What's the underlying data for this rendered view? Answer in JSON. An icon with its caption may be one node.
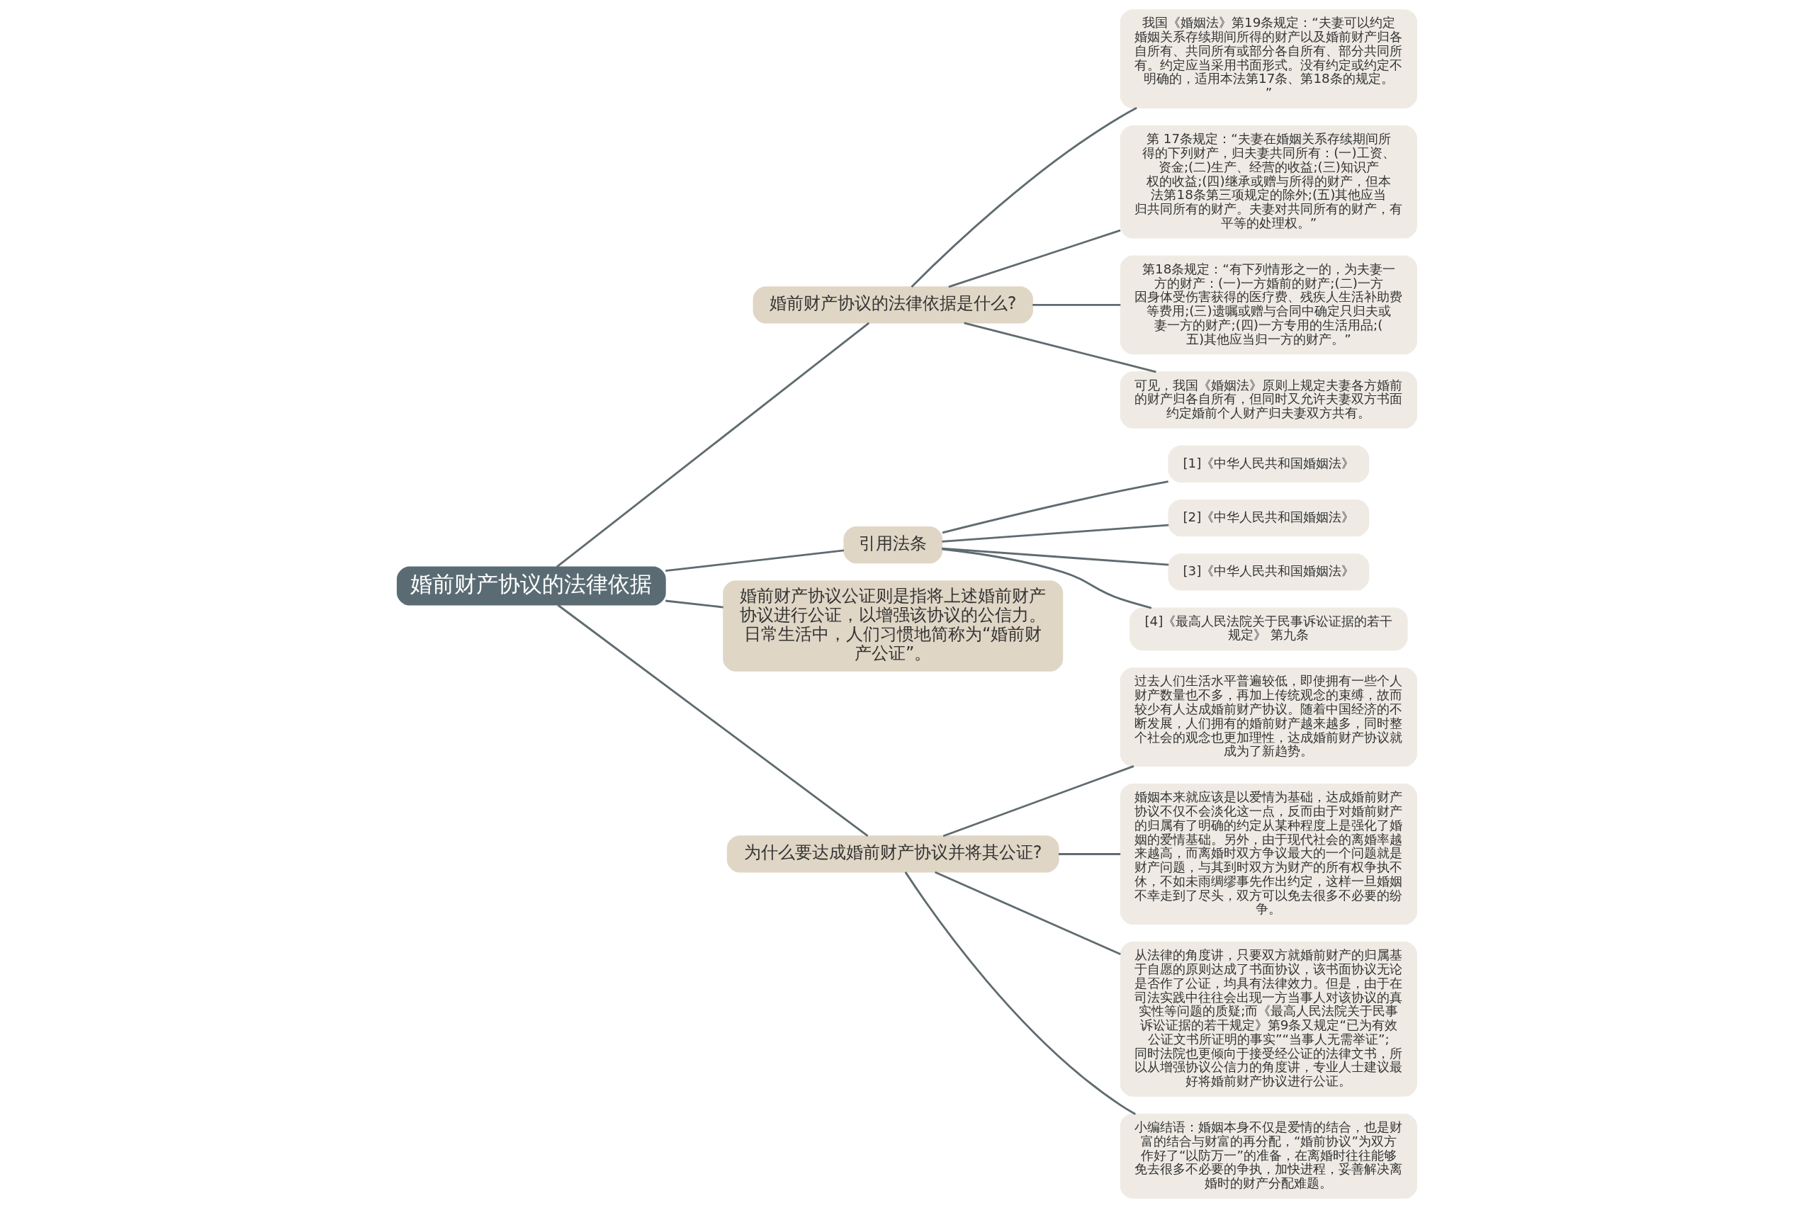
{
  "diagram": {
    "nodes": [
      {
        "text": [
          "婚前财产协议的法律依据"
        ]
      },
      {
        "text": [
          "婚前财产协议的法律依据是什么?"
        ]
      },
      {
        "text": [
          "我国《婚姻法》第19条规定：“夫妻可以约定婚姻关系存续期间所得的财产以及婚前财产归各自所有、共同所有或部分各自所有、部分共同所有。约定应当采用书面形式。没有约定或约定不明确的，适用本法第17条、第18条的规定。”"
        ]
      },
      {
        "text": [
          "第 17条规定：“夫妻在婚姻关系存续期间所得的下列财产，归夫妻共同所有：(一)工资、资金;(二)生产、经营的收益;(三)知识产权的收益;(四)继承或赠与所得的财产，但本法第18条第三项规定的除外;(五)其他应当归共同所有的财产。夫妻对共同所有的财产，有平等的处理权。”"
        ]
      },
      {
        "text": [
          "第18条规定：“有下列情形之一的，为夫妻一方的财产：(一)一方婚前的财产;(二)一方因身体受伤害获得的医疗费、残疾人生活补助费等费用;(三)遗嘱或赠与合同中确定只归夫或妻一方的财产;(四)一方专用的生活用品;(五)其他应当归一方的财产。”"
        ]
      },
      {
        "text": [
          "可见，我国《婚姻法》原则上规定夫妻各方婚前的财产归各自所有，但同时又允许夫妻双方书面约定婚前个人财产归夫妻双方共有。"
        ]
      },
      {
        "text": [
          "引用法条"
        ]
      },
      {
        "text": [
          "[1]《中华人民共和国婚姻法》"
        ]
      },
      {
        "text": [
          "[2]《中华人民共和国婚姻法》"
        ]
      },
      {
        "text": [
          "[3]《中华人民共和国婚姻法》"
        ]
      },
      {
        "text": [
          "[4]《最高人民法院关于民事诉讼证据的若干规定》 第九条"
        ]
      },
      {
        "text": [
          "婚前财产协议公证则是指将上述婚前财产协议进行公证，以增强该协议的公信力。日常生活中，人们习惯地简称为“婚前财产公证”。"
        ]
      },
      {
        "text": [
          "为什么要达成婚前财产协议并将其公证?"
        ]
      },
      {
        "text": [
          "过去人们生活水平普遍较低，即使拥有一些个人财产数量也不多，再加上传统观念的束缚，故而较少有人达成婚前财产协议。随着中国经济的不断发展，人们拥有的婚前财产越来越多，同时整个社会的观念也更加理性，达成婚前财产协议就成为了新趋势。"
        ]
      },
      {
        "text": [
          "婚姻本来就应该是以爱情为基础，达成婚前财产协议不仅不会淡化这一点，反而由于对婚前财产的归属有了明确的约定从某种程度上是强化了婚姻的爱情基础。另外，由于现代社会的离婚率越来越高，而离婚时双方争议最大的一个问题就是财产问题，与其到时双方为财产的所有权争执不休，不如未雨绸缪事先作出约定，这样一旦婚姻不幸走到了尽头，双方可以免去很多不必要的纷争。"
        ]
      },
      {
        "text": [
          "从法律的角度讲，只要双方就婚前财产的归属基于自愿的原则达成了书面协议，该书面协议无论是否作了公证，均具有法律效力。但是，由于在司法实践中往往会出现一方当事人对该协议的真实性等问题的质疑;而《最高人民法院关于民事诉讼证据的若干规定》第9条又规定“已为有效公证文书所证明的事实”“当事人无需举证”;同时法院也更倾向于接受经公证的法律文书，所以从增强协议公信力的角度讲，专业人士建议最好将婚前财产协议进行公证。"
        ]
      },
      {
        "text": [
          "小编结语：婚姻本身不仅是爱情的结合，也是财富的结合与财富的再分配，“婚前协议”为双方作好了“以防万一”的准备，在离婚时往往能够免去很多不必要的争执，加快进程，妥善解决离婚时的财产分配难题。"
        ]
      }
    ],
    "edges": [
      {
        "from": 0,
        "to": 1,
        "arrow": "none"
      },
      {
        "from": 1,
        "to": 2,
        "arrow": "none"
      },
      {
        "from": 1,
        "to": 3,
        "arrow": "none"
      },
      {
        "from": 1,
        "to": 4,
        "arrow": "none"
      },
      {
        "from": 1,
        "to": 5,
        "arrow": "none"
      },
      {
        "from": 0,
        "to": 6,
        "arrow": "none"
      },
      {
        "from": 6,
        "to": 7,
        "arrow": "none"
      },
      {
        "from": 6,
        "to": 8,
        "arrow": "none"
      },
      {
        "from": 6,
        "to": 9,
        "arrow": "none"
      },
      {
        "from": 6,
        "to": 10,
        "arrow": "none"
      },
      {
        "from": 0,
        "to": 11,
        "arrow": "none"
      },
      {
        "from": 0,
        "to": 12,
        "arrow": "none"
      },
      {
        "from": 12,
        "to": 13,
        "arrow": "none"
      },
      {
        "from": 12,
        "to": 14,
        "arrow": "none"
      },
      {
        "from": 12,
        "to": 15,
        "arrow": "none"
      },
      {
        "from": 12,
        "to": 16,
        "arrow": "none"
      }
    ]
  }
}
